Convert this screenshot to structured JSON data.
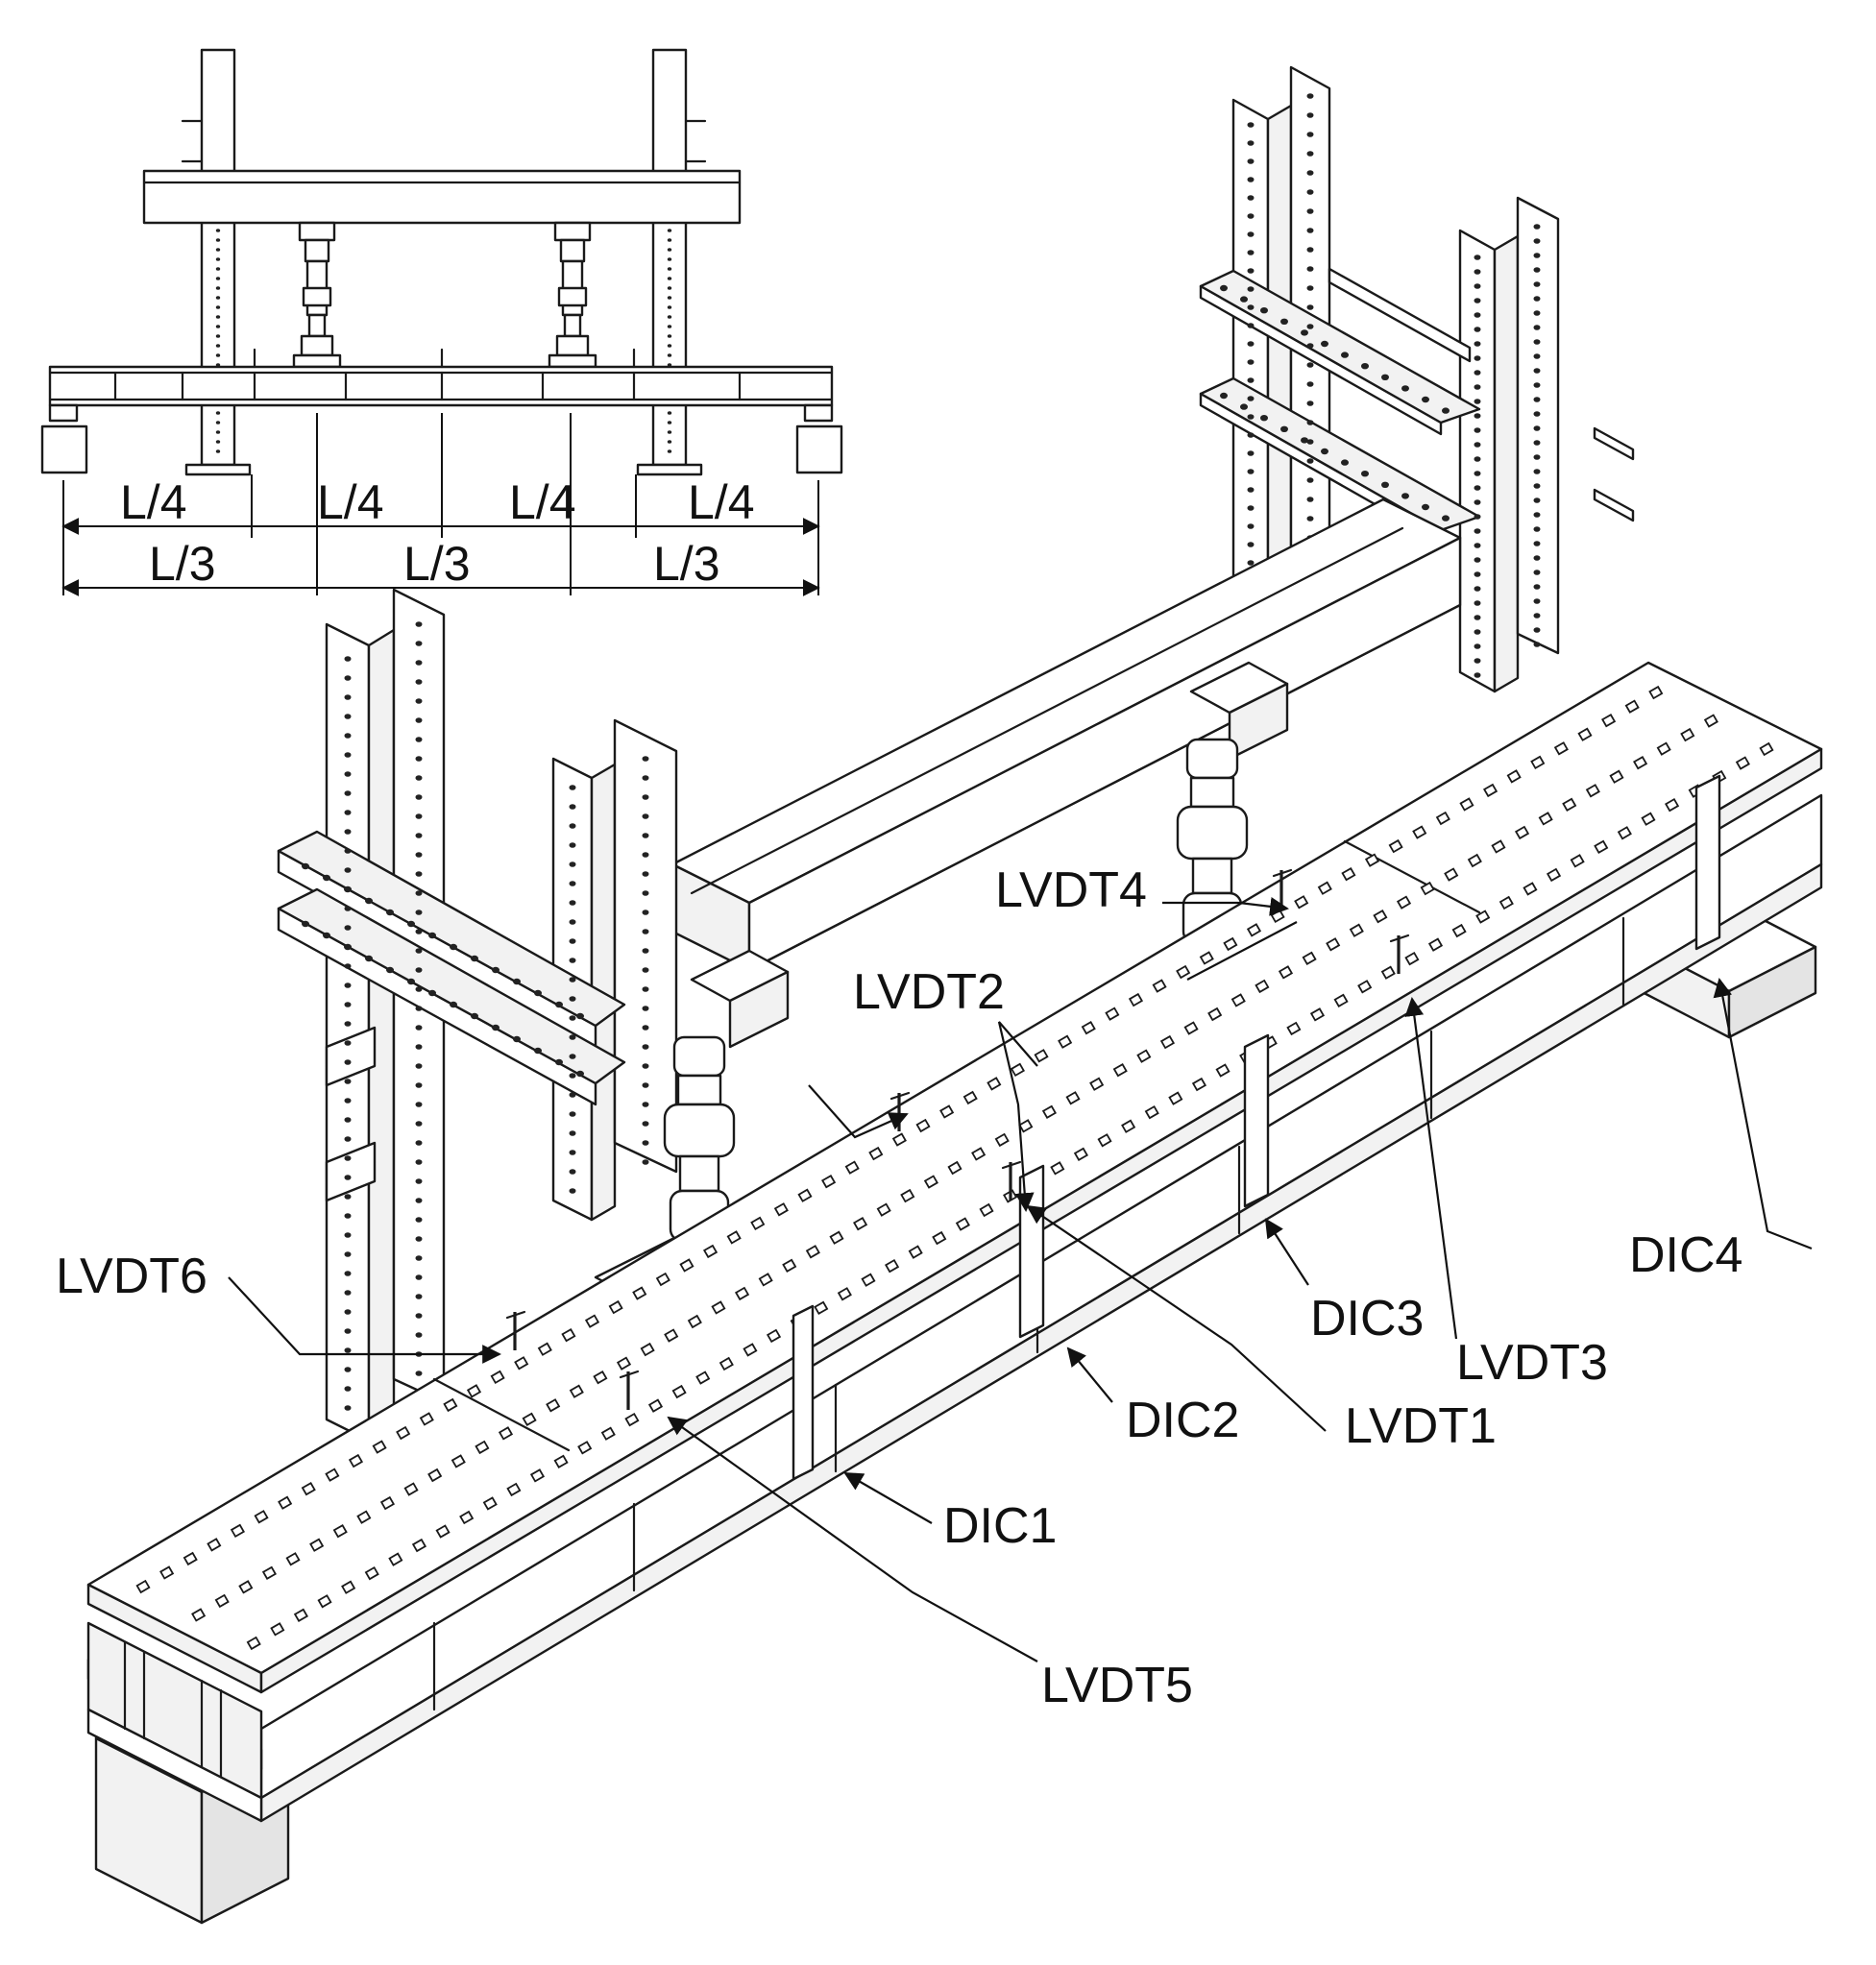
{
  "colors": {
    "line": "#1a1a1a",
    "background": "#ffffff",
    "panel_light": "#f2f2f2",
    "panel_dark": "#e4e4e4"
  },
  "inset": {
    "dimension_quarters": [
      "L/4",
      "L/4",
      "L/4",
      "L/4"
    ],
    "dimension_thirds": [
      "L/3",
      "L/3",
      "L/3"
    ]
  },
  "labels": {
    "lvdt1": "LVDT1",
    "lvdt2": "LVDT2",
    "lvdt3": "LVDT3",
    "lvdt4": "LVDT4",
    "lvdt5": "LVDT5",
    "lvdt6": "LVDT6",
    "dic1": "DIC1",
    "dic2": "DIC2",
    "dic3": "DIC3",
    "dic4": "DIC4"
  }
}
